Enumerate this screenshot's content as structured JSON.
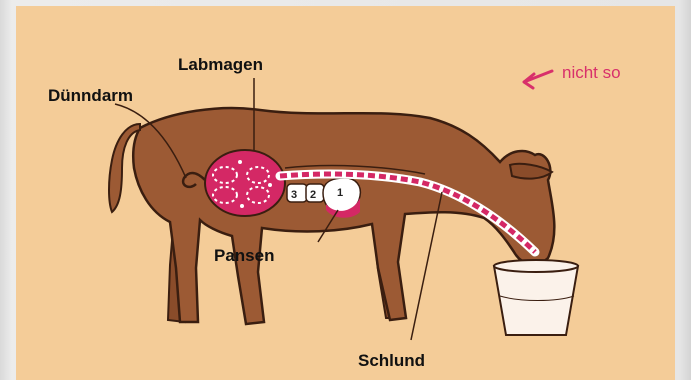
{
  "labels": {
    "labmagen": "Labmagen",
    "duenndarm": "Dünndarm",
    "pansen": "Pansen",
    "schlund": "Schlund",
    "nicht_so": "nicht so"
  },
  "stomach_numbers": {
    "n3": "3",
    "n2": "2",
    "n1": "1"
  },
  "colors": {
    "background": "#f4cc98",
    "body": "#9c5a34",
    "outline": "#3a1e10",
    "organ": "#d42865",
    "arrow": "#d8306b"
  }
}
